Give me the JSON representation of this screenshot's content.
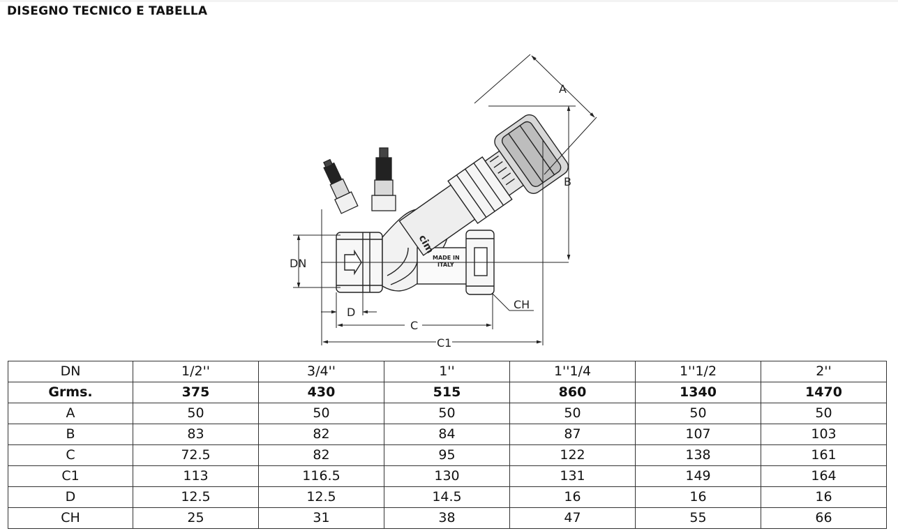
{
  "section_title": "DISEGNO TECNICO E TABELLA",
  "drawing": {
    "dimension_labels": {
      "A": "A",
      "B": "B",
      "C": "C",
      "C1": "C1",
      "D": "D",
      "DN": "DN",
      "CH": "CH"
    },
    "body_marks": {
      "brand": "cim",
      "made_in_line1": "MADE IN",
      "made_in_line2": "ITALY"
    }
  },
  "table": {
    "header": [
      "DN",
      "1/2''",
      "3/4''",
      "1''",
      "1''1/4",
      "1''1/2",
      "2''"
    ],
    "rows": [
      {
        "cells": [
          "Grms.",
          "375",
          "430",
          "515",
          "860",
          "1340",
          "1470"
        ],
        "bold": true
      },
      {
        "cells": [
          "A",
          "50",
          "50",
          "50",
          "50",
          "50",
          "50"
        ],
        "bold": false
      },
      {
        "cells": [
          "B",
          "83",
          "82",
          "84",
          "87",
          "107",
          "103"
        ],
        "bold": false
      },
      {
        "cells": [
          "C",
          "72.5",
          "82",
          "95",
          "122",
          "138",
          "161"
        ],
        "bold": false
      },
      {
        "cells": [
          "C1",
          "113",
          "116.5",
          "130",
          "131",
          "149",
          "164"
        ],
        "bold": false
      },
      {
        "cells": [
          "D",
          "12.5",
          "12.5",
          "14.5",
          "16",
          "16",
          "16"
        ],
        "bold": false
      },
      {
        "cells": [
          "CH",
          "25",
          "31",
          "38",
          "47",
          "55",
          "66"
        ],
        "bold": false
      }
    ]
  }
}
